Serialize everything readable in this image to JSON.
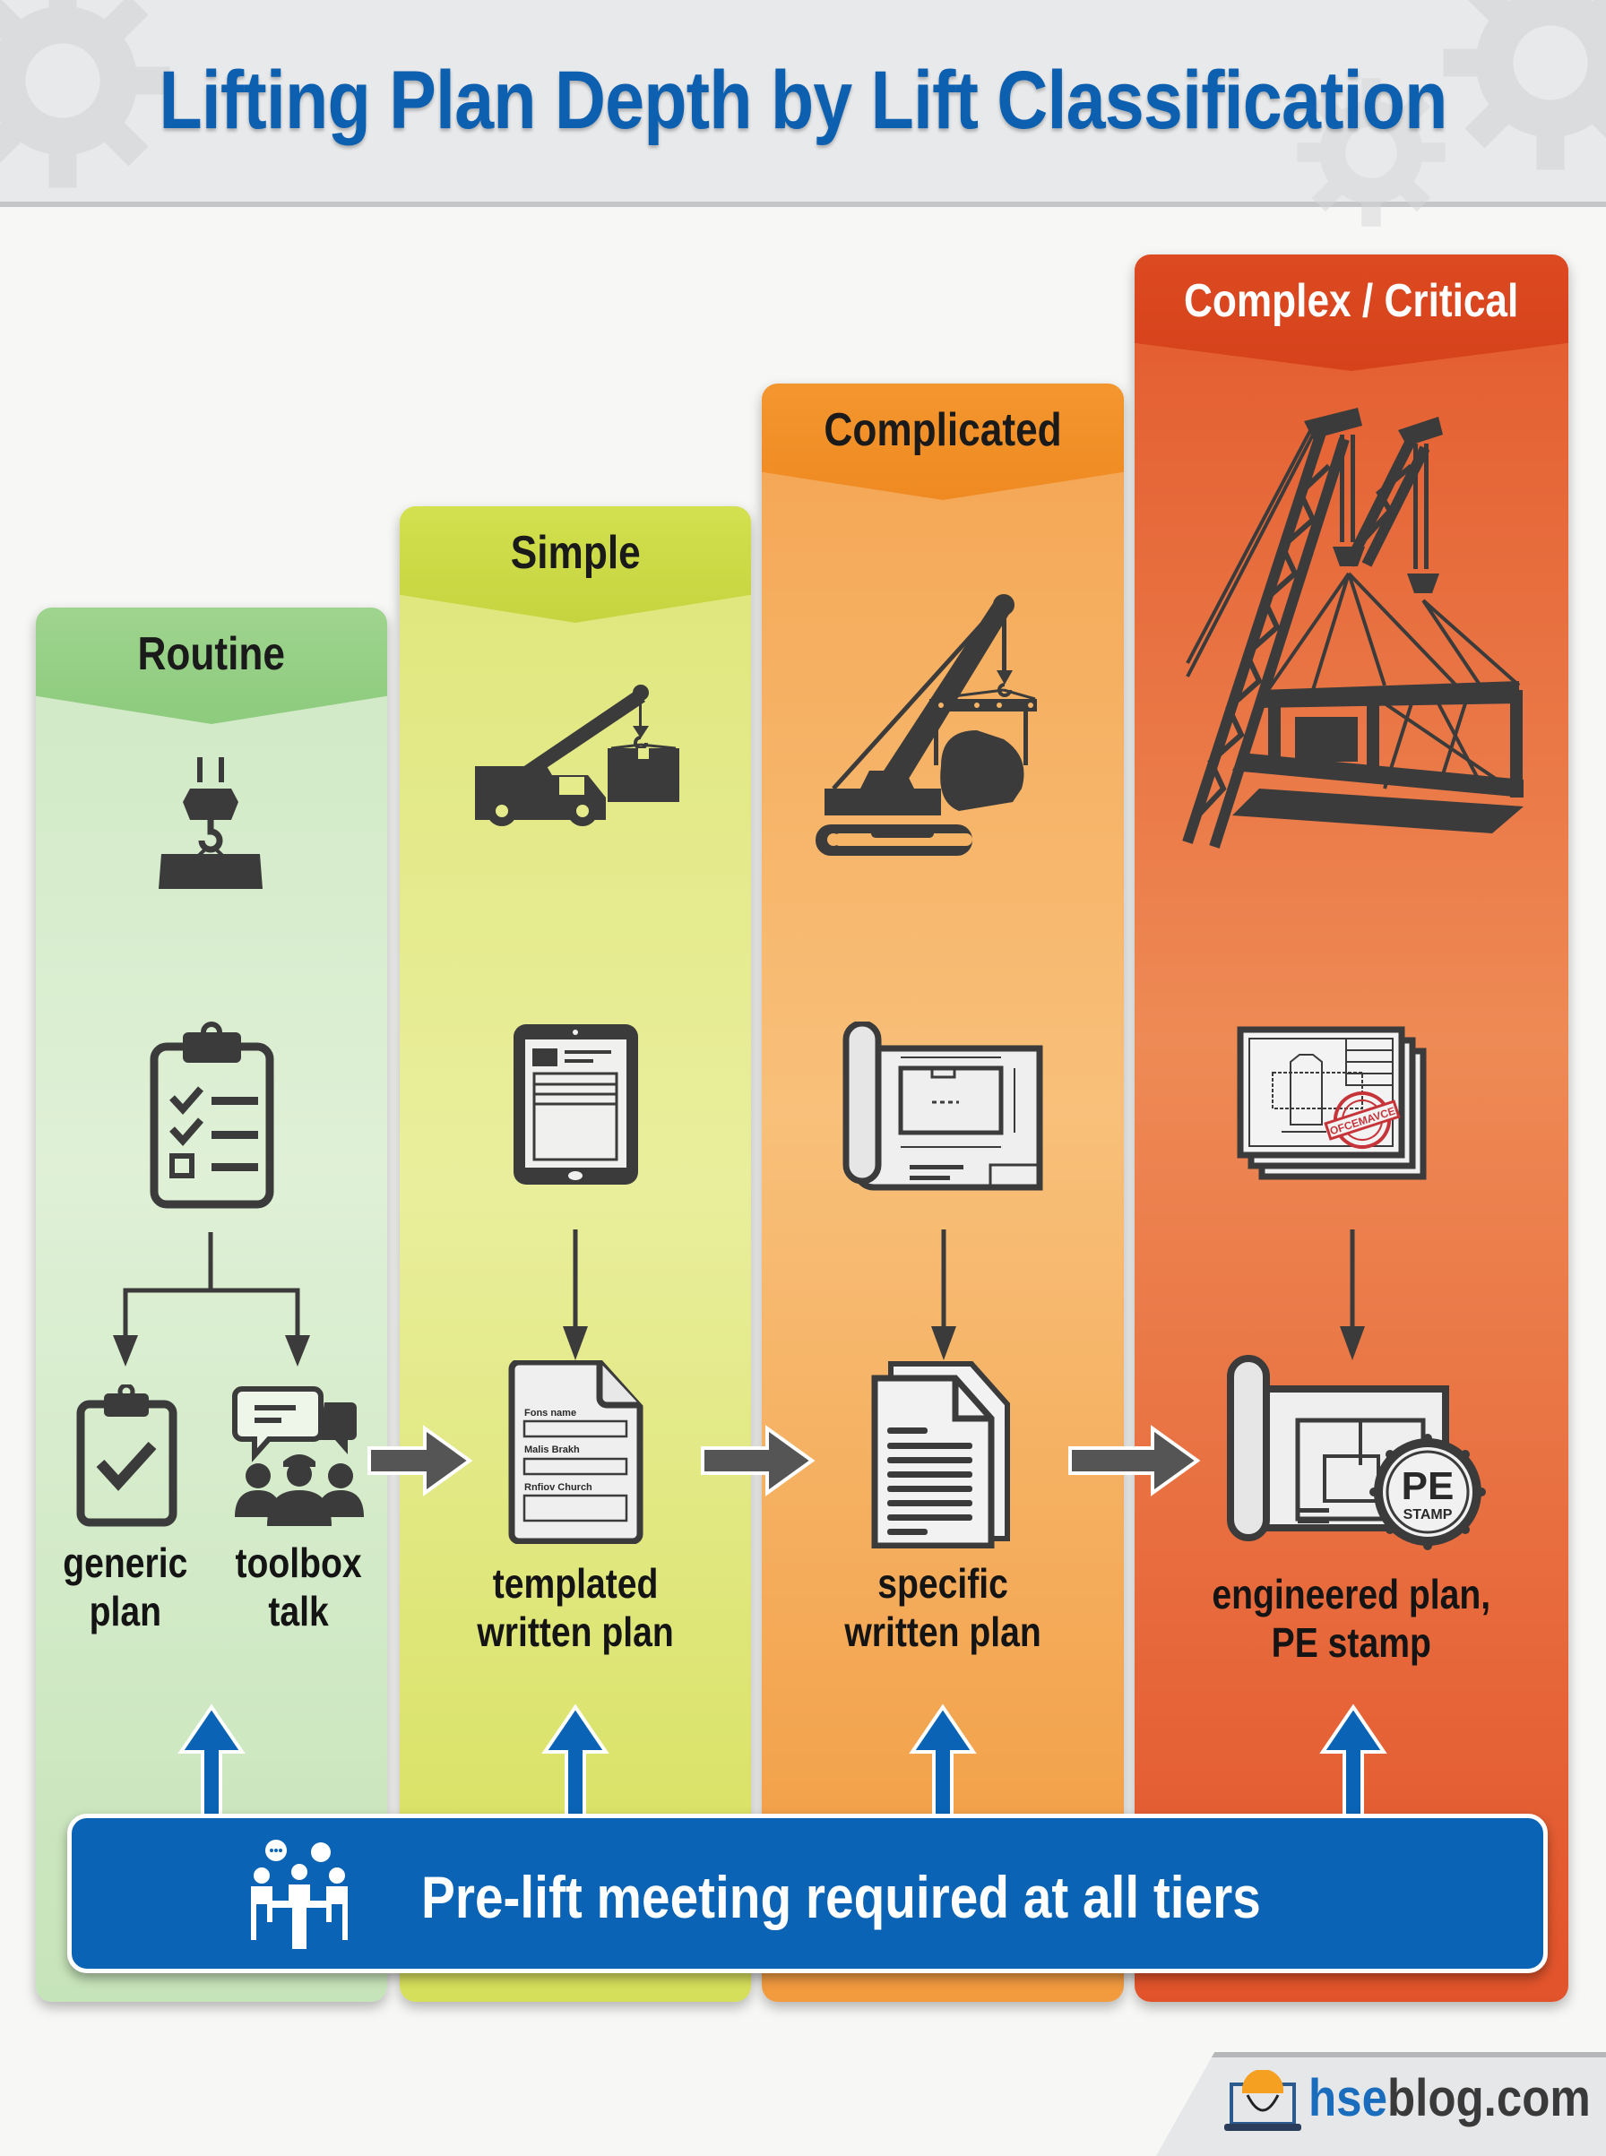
{
  "title": "Lifting Plan Depth by Lift Classification",
  "colors": {
    "title_blue": "#0d5fb0",
    "routine": "#a8d89a",
    "simple": "#d7e05a",
    "complicated": "#f39a3c",
    "complex": "#e0522a",
    "banner_blue": "#0a63b5",
    "icon_dark": "#3b3b3b"
  },
  "tiers": [
    {
      "label": "Routine",
      "lift_icon": "crane-hook-load-icon",
      "doc_icon": "checklist-clipboard-icon",
      "outputs": [
        {
          "icon": "clipboard-check-icon",
          "label_line1": "generic",
          "label_line2": "plan"
        },
        {
          "icon": "toolbox-talk-group-icon",
          "label_line1": "toolbox",
          "label_line2": "talk"
        }
      ]
    },
    {
      "label": "Simple",
      "lift_icon": "mobile-crane-truck-icon",
      "doc_icon": "tablet-form-icon",
      "output": {
        "icon": "template-form-document-icon",
        "label_line1": "templated",
        "label_line2": "written plan",
        "form_fields": [
          "Fons name",
          "Malis Brakh",
          "Rnfiov Church"
        ]
      }
    },
    {
      "label": "Complicated",
      "lift_icon": "crawler-crane-icon",
      "doc_icon": "blueprint-scroll-icon",
      "output": {
        "icon": "multi-page-document-icon",
        "label_line1": "specific",
        "label_line2": "written plan"
      }
    },
    {
      "label": "Complex / Critical",
      "lift_icon": "tandem-lattice-crane-icon",
      "doc_icon": "stamped-drawing-set-icon",
      "doc_stamp_text": "OFCEMAVCE",
      "output": {
        "icon": "engineered-blueprint-pe-stamp-icon",
        "label_line1": "engineered plan,",
        "label_line2": "PE stamp",
        "stamp_main": "PE",
        "stamp_sub": "STAMP"
      }
    }
  ],
  "banner": {
    "icon": "meeting-table-icon",
    "text": "Pre-lift meeting required at all tiers"
  },
  "footer": {
    "logo_icon": "hard-hat-laptop-icon",
    "logo_part1": "hse",
    "logo_part2": "blog.com"
  }
}
